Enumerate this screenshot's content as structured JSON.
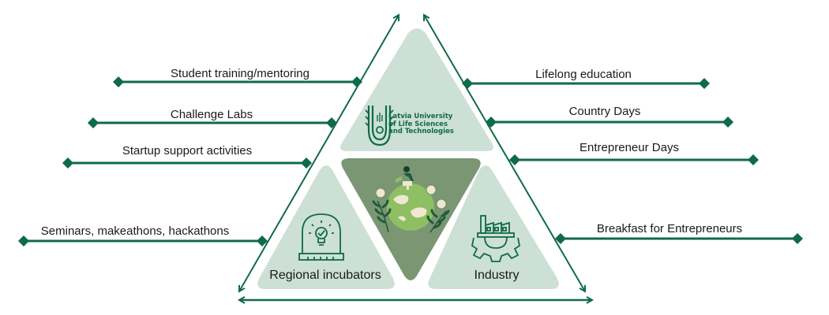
{
  "colors": {
    "line": "#0f6b47",
    "light_triangle": "#cde0d5",
    "dark_triangle": "#7a9673",
    "text": "#1a1a1a"
  },
  "left_activities": [
    {
      "label": "Student training/mentoring"
    },
    {
      "label": "Challenge Labs"
    },
    {
      "label": "Startup support activities"
    },
    {
      "label": "Seminars, makeathons, hackathons"
    }
  ],
  "right_activities": [
    {
      "label": "Lifelong education"
    },
    {
      "label": "Country Days"
    },
    {
      "label": "Entrepreneur Days"
    },
    {
      "label": "Breakfast for Entrepreneurs"
    }
  ],
  "center": {
    "top": {
      "logo_lines": [
        "Latvia University",
        "of Life Sciences",
        "and Technologies"
      ],
      "icon": "university-logo-icon"
    },
    "middle": {
      "icon": "globe-watering-plants-illustration"
    },
    "bottom_left": {
      "label": "Regional incubators",
      "icon": "lightbulb-incubator-icon"
    },
    "bottom_right": {
      "label": "Industry",
      "icon": "factory-gear-icon"
    }
  }
}
